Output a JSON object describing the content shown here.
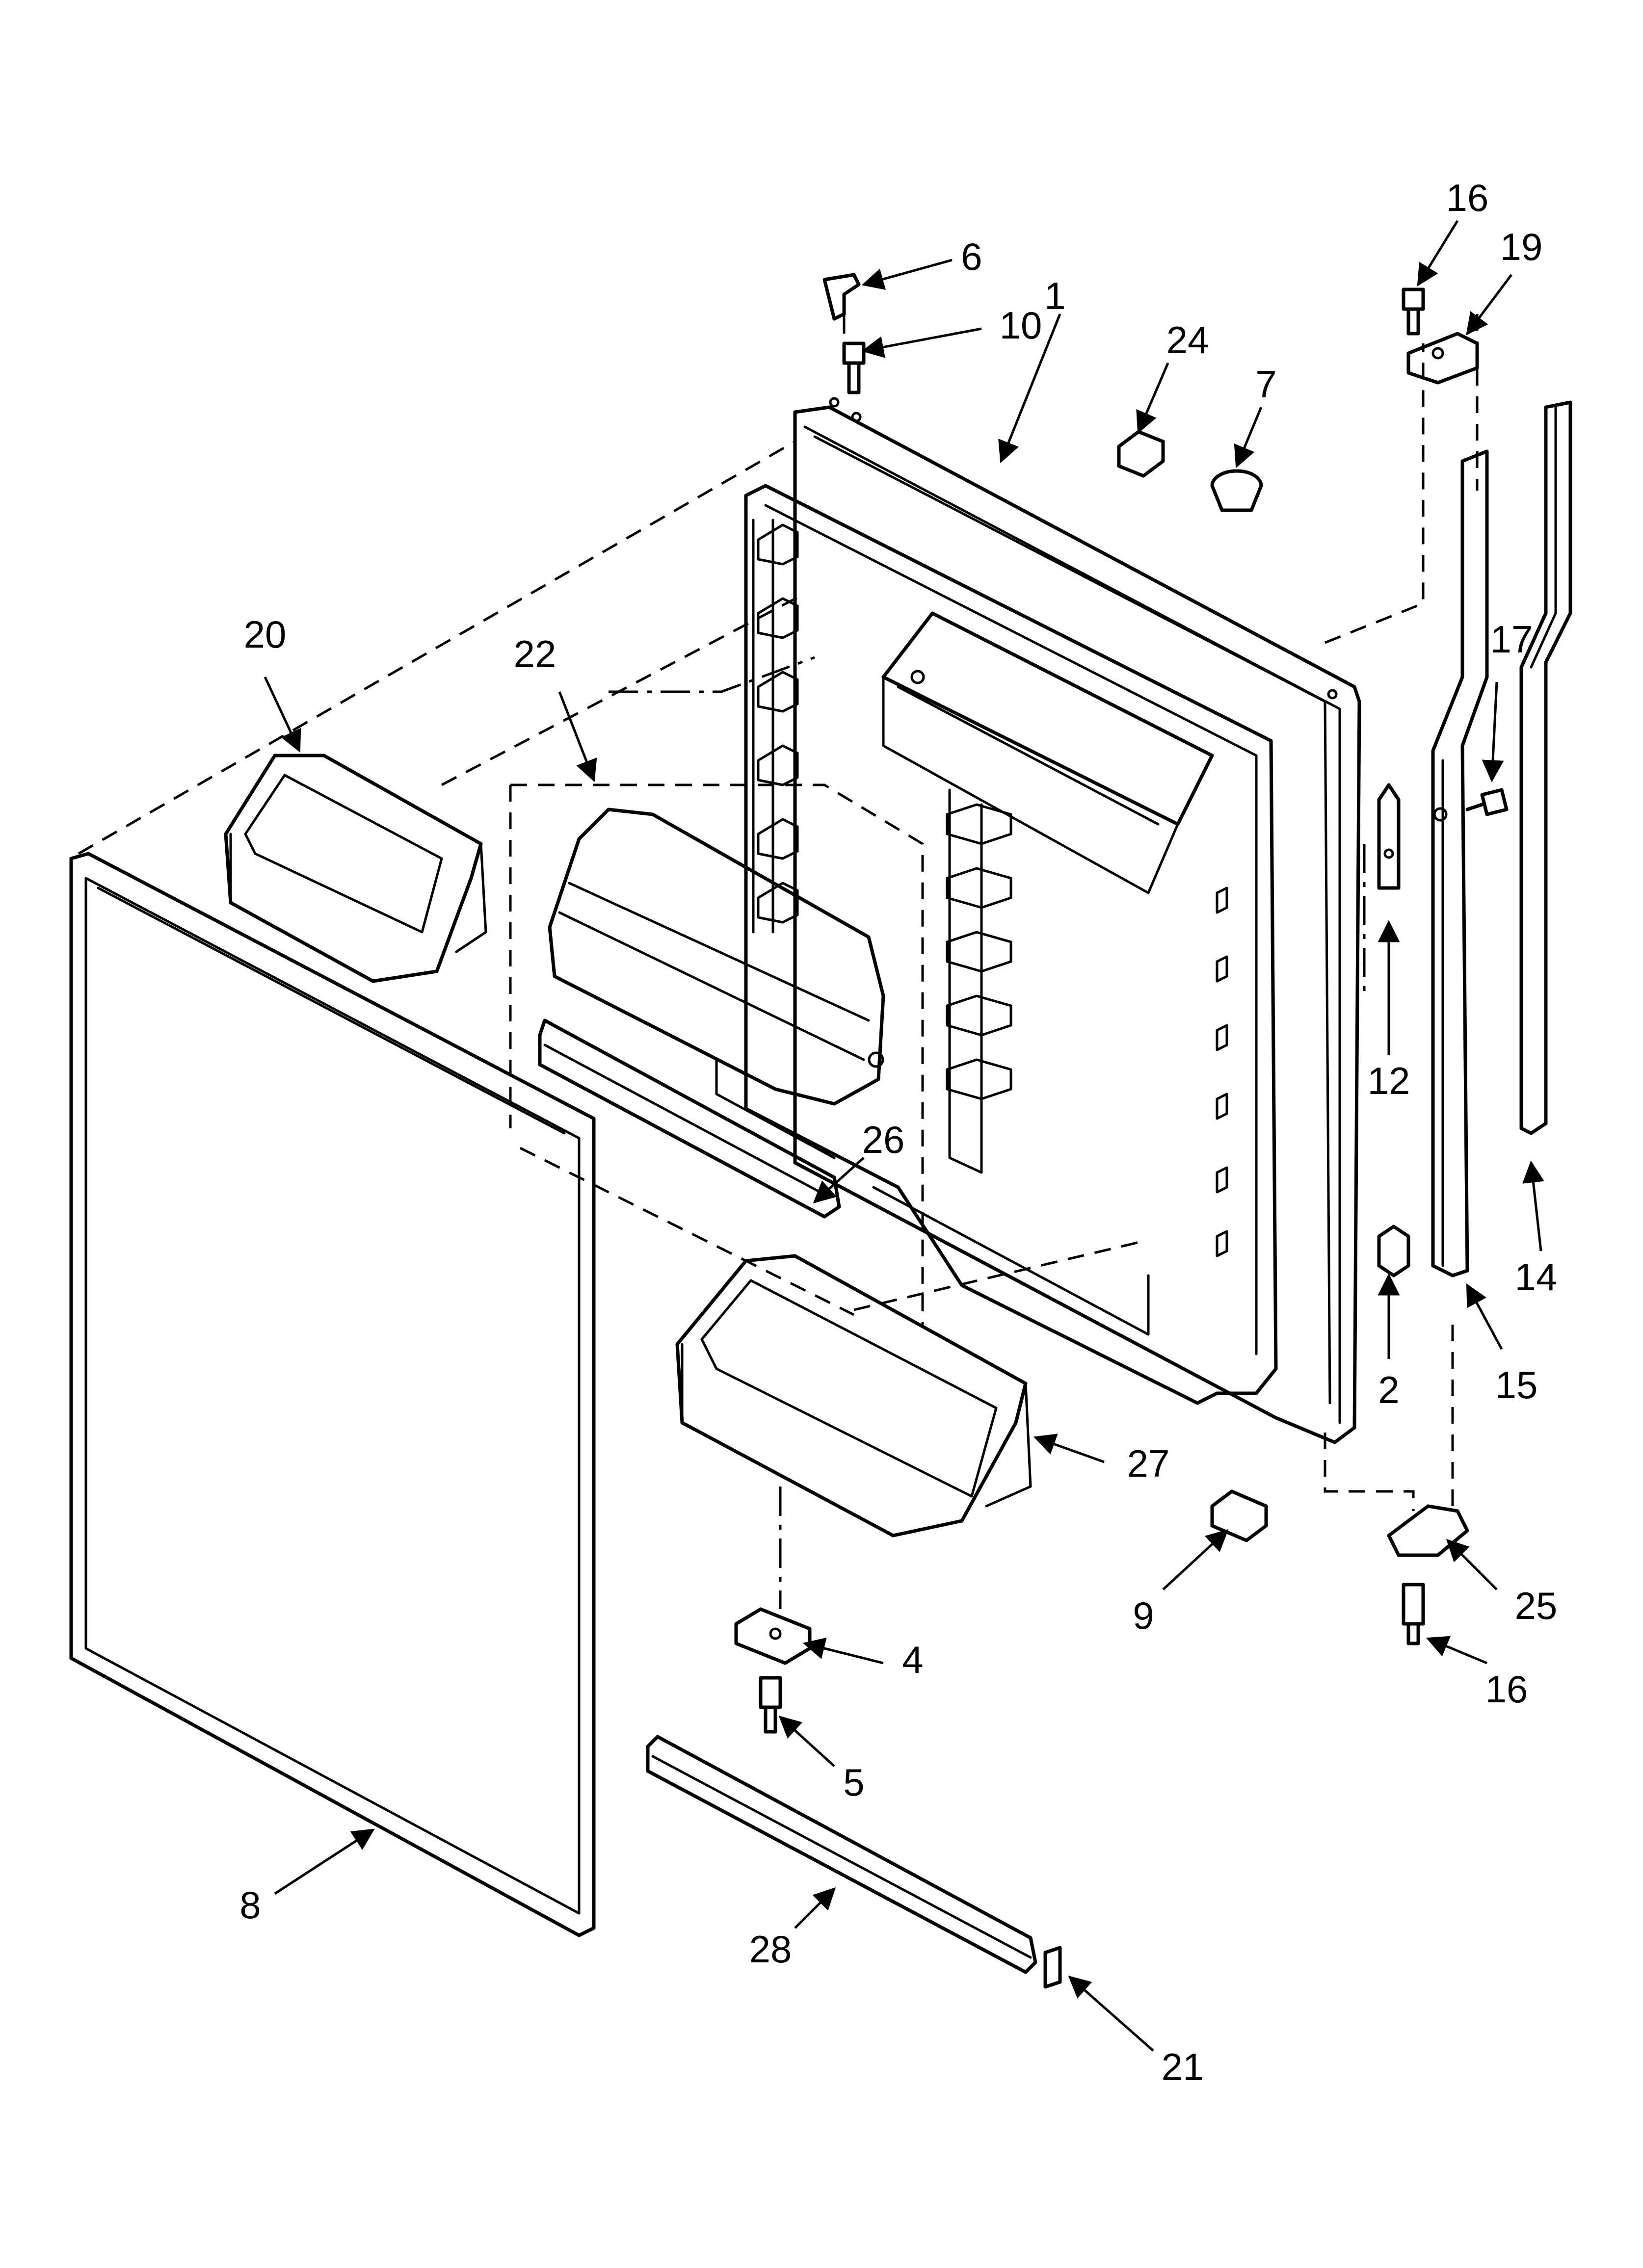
{
  "callouts": [
    {
      "id": "1",
      "label": "1"
    },
    {
      "id": "2",
      "label": "2"
    },
    {
      "id": "4",
      "label": "4"
    },
    {
      "id": "5",
      "label": "5"
    },
    {
      "id": "6",
      "label": "6"
    },
    {
      "id": "7",
      "label": "7"
    },
    {
      "id": "8",
      "label": "8"
    },
    {
      "id": "9",
      "label": "9"
    },
    {
      "id": "10",
      "label": "10"
    },
    {
      "id": "12",
      "label": "12"
    },
    {
      "id": "14",
      "label": "14"
    },
    {
      "id": "15",
      "label": "15"
    },
    {
      "id": "16a",
      "label": "16"
    },
    {
      "id": "16b",
      "label": "16"
    },
    {
      "id": "17",
      "label": "17"
    },
    {
      "id": "19",
      "label": "19"
    },
    {
      "id": "20",
      "label": "20"
    },
    {
      "id": "21",
      "label": "21"
    },
    {
      "id": "22",
      "label": "22"
    },
    {
      "id": "24",
      "label": "24"
    },
    {
      "id": "25",
      "label": "25"
    },
    {
      "id": "26",
      "label": "26"
    },
    {
      "id": "27",
      "label": "27"
    },
    {
      "id": "28",
      "label": "28"
    }
  ]
}
